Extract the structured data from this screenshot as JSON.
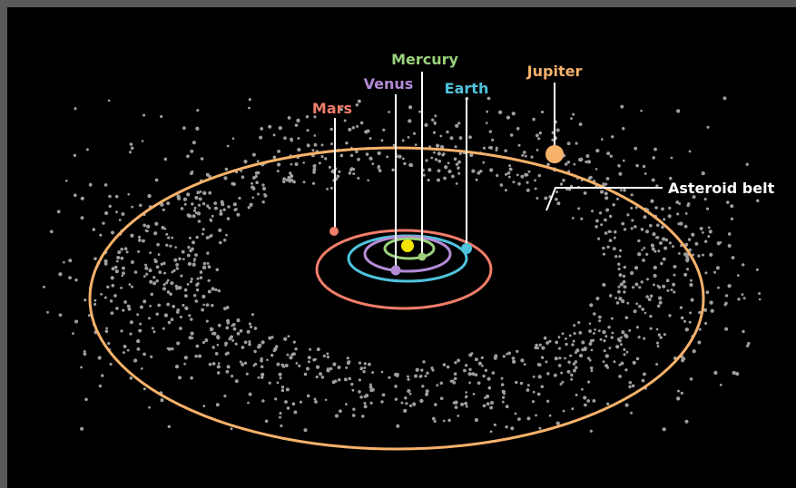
{
  "colors": {
    "background": "#000000",
    "frame": "#5a5a5a",
    "sun": "#f2e300",
    "mercury": "#9bd17c",
    "venus": "#b48bd6",
    "earth": "#4fc3dc",
    "mars": "#f07d6a",
    "jupiter": "#f7b26a",
    "asteroids": "#9e9e9e",
    "belt_label": "#ffffff"
  },
  "labels": {
    "mercury": "Mercury",
    "venus": "Venus",
    "earth": "Earth",
    "mars": "Mars",
    "jupiter": "Jupiter",
    "asteroid_belt": "Asteroid belt"
  }
}
